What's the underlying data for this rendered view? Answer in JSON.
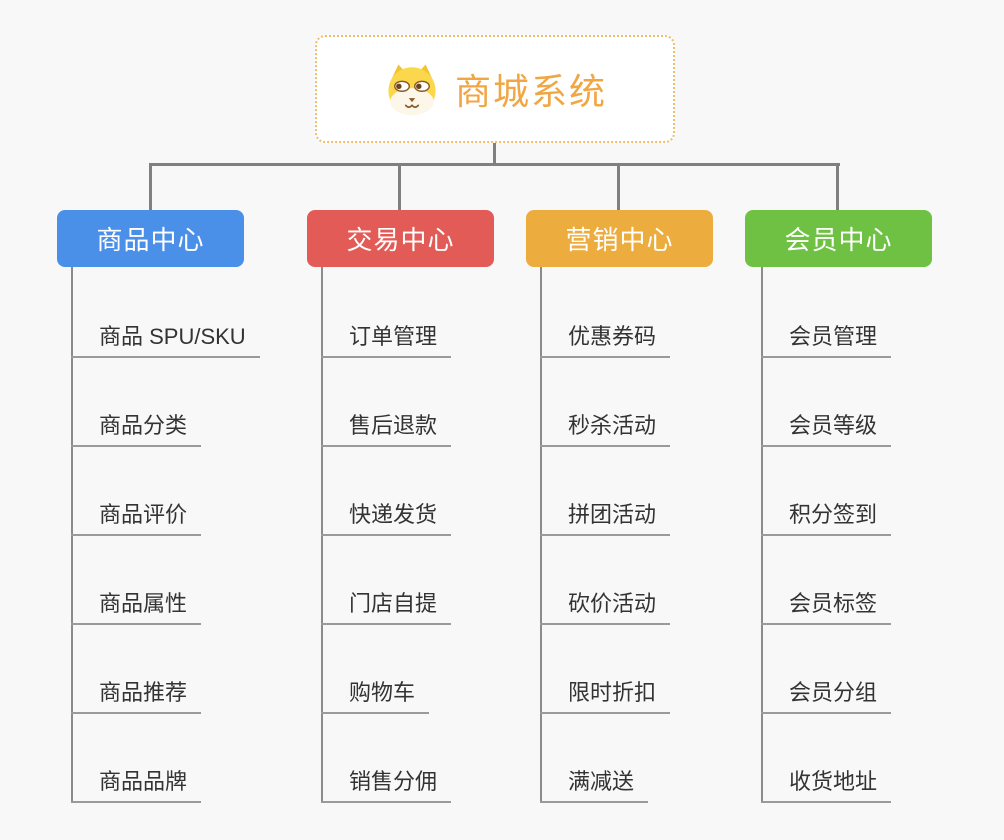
{
  "root": {
    "title": "商城系统",
    "icon": "dog-face-icon"
  },
  "branches": [
    {
      "label": "商品中心",
      "color": "#4b90e8",
      "children": [
        "商品 SPU/SKU",
        "商品分类",
        "商品评价",
        "商品属性",
        "商品推荐",
        "商品品牌"
      ]
    },
    {
      "label": "交易中心",
      "color": "#e25b56",
      "children": [
        "订单管理",
        "售后退款",
        "快递发货",
        "门店自提",
        "购物车",
        "销售分佣"
      ]
    },
    {
      "label": "营销中心",
      "color": "#ecac3e",
      "children": [
        "优惠券码",
        "秒杀活动",
        "拼团活动",
        "砍价活动",
        "限时折扣",
        "满减送"
      ]
    },
    {
      "label": "会员中心",
      "color": "#6ec143",
      "children": [
        "会员管理",
        "会员等级",
        "积分签到",
        "会员标签",
        "会员分组",
        "收货地址"
      ]
    }
  ],
  "colors": {
    "background": "#f8f8f8",
    "connector": "#808080",
    "underline": "#9a9a9a",
    "root_border": "#f0be6b",
    "root_text": "#f0a643",
    "item_text": "#333333"
  }
}
